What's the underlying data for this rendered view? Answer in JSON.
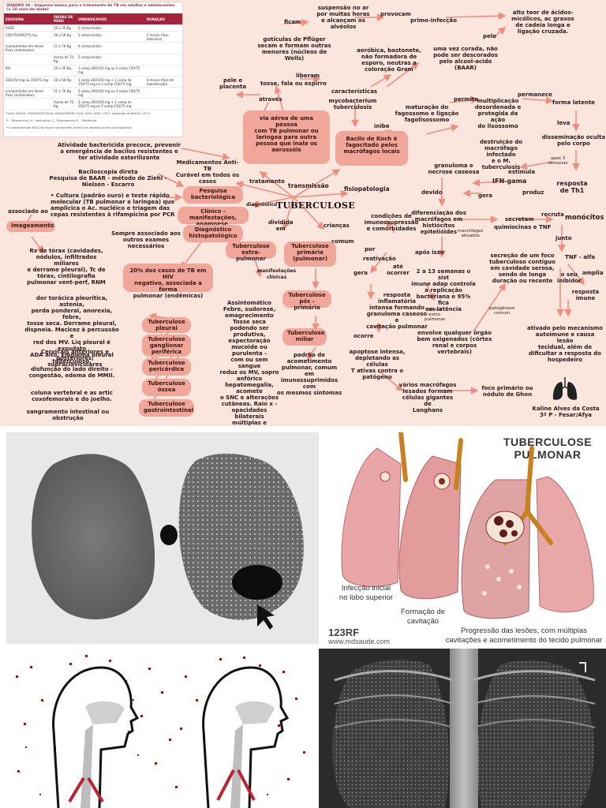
{
  "mindmap": {
    "center": "TUBERCULOSE",
    "table": {
      "caption": "QUADRO 20 – Esquema básico para o tratamento da TB em adultos e adolescentes (≥ 10 anos de idade)",
      "headers": [
        "ESQUEMA",
        "FAIXAS DE PESO",
        "UNIDADE/DOSE",
        "DURAÇÃO"
      ],
      "rows": [
        [
          "RHZE",
          "20 a 35 Kg",
          "2 comprimidos",
          ""
        ],
        [
          "150/75/400/275 mg",
          "36 a 50 Kg",
          "3 comprimidos",
          "2 meses (fase intensiva)"
        ],
        [
          "(comprimidos em doses fixas combinadas)",
          "51 a 70 Kg",
          "4 comprimidos",
          ""
        ],
        [
          "",
          "Acima de 70 Kg",
          "5 comprimidos",
          ""
        ],
        [
          "RH",
          "20 a 35 Kg",
          "1 comp 300/150 mg ou 2 comp 150/75 mg",
          ""
        ],
        [
          "300/150 mg ou 150/75 mg",
          "36 a 50 Kg",
          "1 comp 300/150 mg + 1 comp de 150/75 mg ou 3 comp 150/75 mg",
          "4 meses (fase de manutenção)"
        ],
        [
          "(comprimidos em doses fixas combinadas)",
          "51 a 70 Kg",
          "2 comp 300/150 mg ou 4 comp 150/75 mg",
          ""
        ],
        [
          "",
          "Acima de 70 Kg",
          "2 comp 300/150 mg + 1 comp de 150/75 mg ou 5 comp 150/75 mg",
          ""
        ]
      ],
      "foot1": "Fonte: BRASIL. PHARMACEUTICAL MANAGEMENT PLUS, 2005; WHO, 2003. Adaptado de BRASIL, 2011.",
      "foot2": "R – Rifampicina; H – Isoniazida; Z – Pirazinamida; E – Etambutol.",
      "foot3": "* A apresentação 300/150 mg em comprimido deverá ser adotada assim que disponível."
    },
    "texts": {
      "ficam": "ficam",
      "suspensao": "suspensão no ar\npor muitas horas\ne alcançam os\nalvéolos",
      "provocam": "provocam",
      "primo_infeccao": "primo-infecção",
      "alto_teor": "alto teor de ácidos-\nmicólicos, ac graxos\nde cadeia longa e\nligação cruzada.",
      "pelo_top": "pelo",
      "goticulas": "gotículas de Pflüger\nsecam e formam outras\nmenores (núcleos de\nWells)",
      "liberam": "liberam",
      "tosse_fala": "tosse, fala ou espirro",
      "pele": "pele e\nplacenta",
      "atraves": "através",
      "aerobica": "aeróbica, bastonete,\nnão formadora de\nesporo, neutras a\ncoloração Gram",
      "uma_vez": "uma vez corada, não\npode ser descorados\npelo alcool-acido\n(BAAR)",
      "caracteristicas": "características",
      "mycobacterium": "mycobacterium\ntuberculosis",
      "via_aerea": "via aérea de uma pessoa\ncom TB pulmonar ou\nlaringea para outra\npessoa que inala os\naerossóis",
      "maturacao": "maturação do\nfagossomo e ligação\nfagolisossomo",
      "inibe": "inibe",
      "permite": "permite",
      "multiplicacao": "multiplicação\ndesordenada e\nprotegida da ação\ndo lisossomo",
      "permanece": "permanece",
      "forma_latente": "forma latente",
      "leva": "leva",
      "bacilo": "Bacilo de Koch é\nfagocitado pelos\nmacrófagos locais",
      "atividade": "Atividade bactericida precoce, prevenir\na emergência de bacilos resistentes e\nter atividade esterilizante",
      "medicamentos": "Medicamentos Anti-TB\nCurável em todos os\ncasos",
      "destruicao": "destruição do\nmacrófago infectado\ne o M. tuberculosis",
      "disseminacao": "disseminação oculta\npelo corpo",
      "apos3": "após 3\nsemanas",
      "resposta_th1": "resposta\nde Th1",
      "baciloscopia": "Baciloscopia direta\nPesquisa de BAAR - método de Ziehl -\nNielsen - Escarro",
      "cultura": "• Cultura (padrão ouro)  e teste rápido\nmolecular (TB pulmonar e laringea) que\namplicica o Ac. nucléico e triagem das\ncepas resistentes à rifampicina por PCR",
      "tratamento": "tratamento",
      "transmissao": "transmissão",
      "fisiopatologia": "fisiopatologia",
      "granuloma": "granuloma e\nnecrose caseosa",
      "estimula": "estimula",
      "ifn": "IFN-gama",
      "gera_top": "gera",
      "produz": "produz",
      "devido": "devido",
      "associado": "associado ao",
      "diagnostico_lbl": "diagnóstico",
      "dividida": "dividida\nem",
      "criancas": "crianças",
      "comum": "comum",
      "condicoes": "condições de\nimunossupressão\ne comorbidades",
      "diferenciacao": "diferenciação dos\nmacrófagos em\nhistiócitos\nepitelióides",
      "secretam": "secretam",
      "recruta": "recruta",
      "monocitos": "monócitos",
      "quimiocinas": "quimiocinas e TNF",
      "macrofagos_ativados": "macrófagos\nativados",
      "junto": "junto",
      "sempre": "Sempre associado aos\noutros exames\nnecessários",
      "rx": "Rx de tórax (cavidades,\nnódulos, infiltrados miliares\ne derrame pleural), Tc de\ntórax, cintilografia\npulmonar vent-perf, RNM",
      "por": "por",
      "reativacao": "reativação",
      "apos_isso": "após isso",
      "tnf_alfa": "TNF - alfa",
      "hiv": "20% dos casos de TB em HIV\nnegativo, associada a forma\npulmonar (endêmicas)",
      "manifestacoes_lbl": "manifestações\nclínicas",
      "gera_mid": "gera",
      "ate": "até\nocorrer",
      "semanas": "2 a 13 semanas o sist\nimune adap controla\na replicação\nbacteriana e 95% fica\nem latência",
      "secrecao": "secreção de um foco\ntuberculoso contíguo\nem cavidade serosa,\nsendo de longa\nduração ou recente",
      "ou_seu": "o seu\ninibidor",
      "amplia": "amplia",
      "resposta_imune": "resposta\nimune",
      "dor": "dor torácica pleurítica, astenia,\nperda ponderal, anorexia, febre,\ntosse seca. Derrame pleural,\ndispneia. Macicez à percussão e\nred dos MV. Liq pleural é exsudato\nADA alto. Empiema pleural\ntuberculoso.",
      "assintomatico": "Assintomático\nFebre, sudorese,\nemagrecimento\nTosse seca podendo ser\nprodutiva, expectoração\nmucoide ou purulenta -\ncom ou sem sangue\nreduz os MV, sopro\nanfórico\nhepatomegalia, acomete\no SNC e alterações\ncutâneas. Raio x -\nopacidades bilaterais\nmúltiplas e pequenas (inf\nmiliares)",
      "resposta_inflamatoria": "resposta inflamatória\nintensa formando\ngranuloma caseoso e\ncavitação pulmonar",
      "forma_extra": "forma\nextra-\npulmonar",
      "envolve": "envolve qualquer órgão\nbem oxigenados (córtex\nrenal e corpos vertebrais)",
      "patogenese": "patogênese\ncomum",
      "ativado": "ativado pelo mecanismo\nautoimune e causa lesão\ntecidual, além de\ndificultar a resposta do\nhospedeiro",
      "cervicais": "Cervicais anteriores e\nposteriores, supraclaviculares",
      "ocorre": "ocorre",
      "disfuncao": "disfunção do lado direito -\ncongestão, edema de MMII.",
      "padrao": "padrão de acometimento\npulmonar, comum em\nimunossuprimidos com\nos mesmos sintomas",
      "apoptose": "apoptose intensa,\ndepletando as células\nT ativas contra o\npatógeno",
      "coluna": "coluna vertebral e as artic\ncoxofemorais e do joelho.",
      "sangramento": "sangramento intestinal ou\nobstrução",
      "varios": "vários macrófagos\nlesados formam\ncélulas gigantes de\nLanghans",
      "foco": "foco primário ou\nnódulo de Ghon",
      "author": "Kaline Alves da Costa\n3º P - Fesar/Afya"
    },
    "pills": {
      "imageamento": "Imageamento",
      "pesquisa": "Pesquisa\nbacteriológica",
      "clinico": "Clínico - manifestações,\nanamnese.",
      "diagnostico_hist": "Diagnóstico\nhistopatológico",
      "extra": "Tuberculose\nextra-pulmonar",
      "primaria": "Tuberculose\nprimária\n(pulmonar)",
      "pos_primaria": "Tuberculose\npós - primária",
      "miliar": "Tuberculose\nmiliar",
      "pleural": "Tuberculose\npleural",
      "ganglionar": "Tuberculose\nganglionar\nperiférica",
      "pericardica": "Tuberculose\npericárdica",
      "ossea": "Tuberculose\nóssea",
      "gastro": "Tuberculose\ngastrointestinal"
    }
  },
  "illustration": {
    "title": "TUBERCULOSE PULMONAR",
    "label1": "Infecção inicial\nno lobo superior",
    "label2": "Formação de\ncavitação",
    "label3": "Progressão das lesões, com múltiplas\ncavitações e acometimento do tecido pulmonar",
    "watermark": "123RF",
    "site": "www.mdsaude.com"
  },
  "colors": {
    "background": "#fbe6dd",
    "pill": "#f0a79a",
    "arrow": "#ef8e80",
    "table_header": "#a3233a"
  }
}
